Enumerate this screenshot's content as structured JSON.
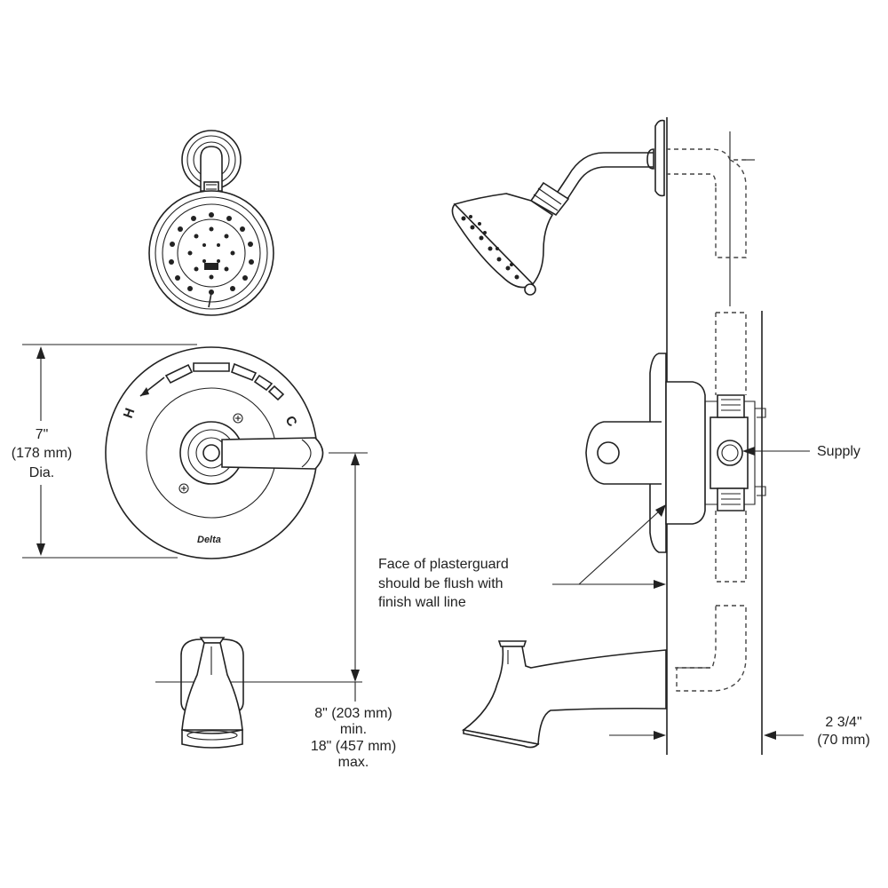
{
  "annotations": {
    "trim_diameter_line1": "7\"",
    "trim_diameter_line2": "(178 mm)",
    "trim_diameter_line3": "Dia.",
    "spout_min_line1": "8\" (203 mm)",
    "spout_min_line2": "min.",
    "spout_max_line1": "18\" (457 mm)",
    "spout_max_line2": "max.",
    "supply": "Supply",
    "plasterguard_line1": "Face of plasterguard",
    "plasterguard_line2": "should be flush with",
    "plasterguard_line3": "finish wall line",
    "wall_depth_line1": "2 3/4\"",
    "wall_depth_line2": "(70 mm)"
  },
  "trim_markings": {
    "hot": "H",
    "cold": "C",
    "brand": "Delta"
  }
}
